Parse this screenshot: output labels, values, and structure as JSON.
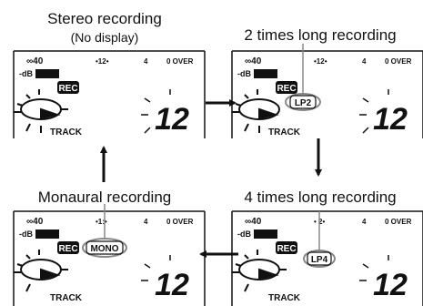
{
  "captions": {
    "stereo": "Stereo recording",
    "stereo_sub": "(No display)",
    "lp2": "2 times long recording",
    "mono": "Monaural recording",
    "lp4": "4 times long recording"
  },
  "lcd": {
    "meter_left": "∞40",
    "meter_mid": "•12•",
    "meter_4": "4",
    "meter_over": "0 OVER",
    "db": "-dB",
    "rec": "REC",
    "track": "TRACK",
    "track_number": "12"
  },
  "modes": {
    "lp2": "LP2",
    "lp4": "LP4",
    "mono": "MONO"
  },
  "panels": {
    "mono_meter_mid": "•1:•",
    "lp4_meter_mid": "• 2•"
  }
}
